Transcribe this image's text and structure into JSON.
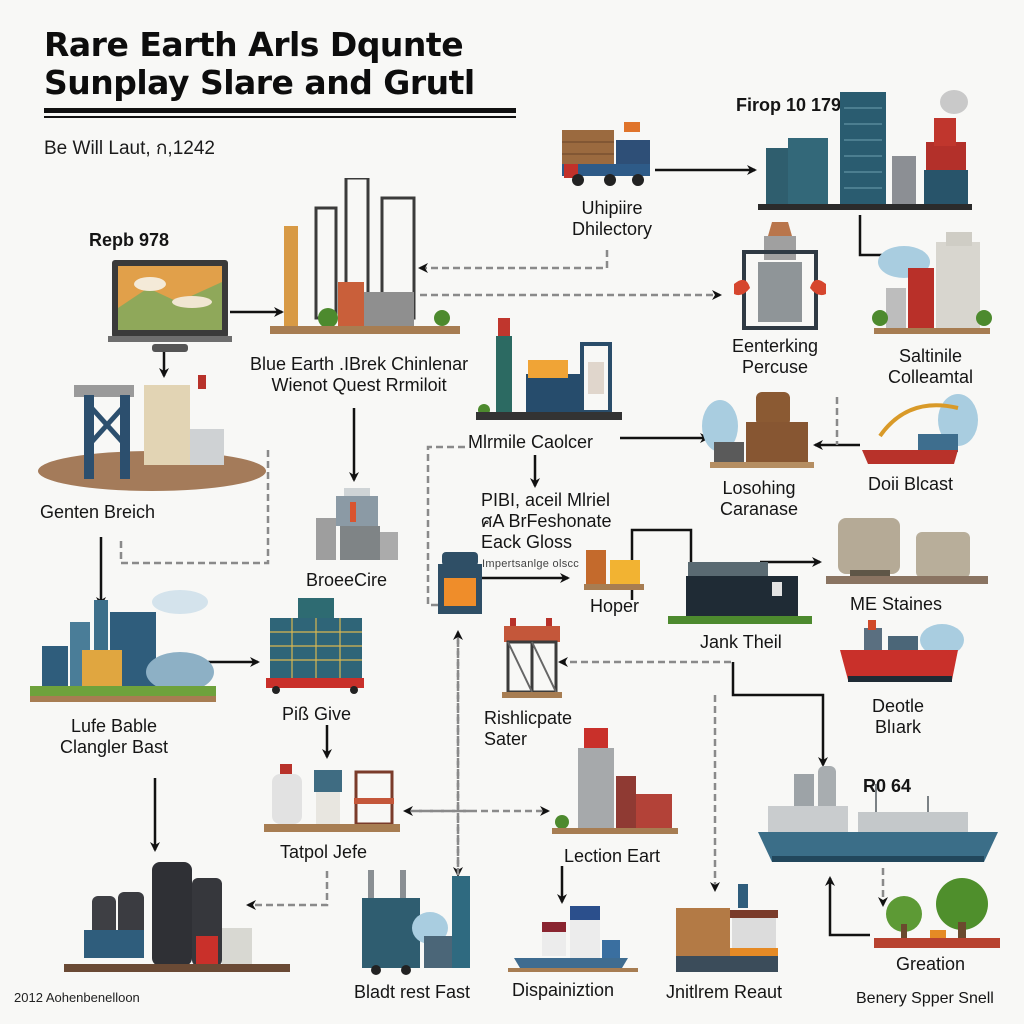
{
  "header": {
    "title_line1": "Rare Earth Arls Dqunte",
    "title_line2": "Sunplay Slare and Grutl",
    "subtitle": "Be Will Laut, ก,1242"
  },
  "callouts": {
    "top_right": "Firop 10 179",
    "left": "Repb 978",
    "ship": "R0 64"
  },
  "nodes": [
    {
      "id": "monitor",
      "icon": "monitor-landscape-icon",
      "label": ""
    },
    {
      "id": "truck",
      "icon": "cargo-truck-icon",
      "label_line1": "Uhipiire",
      "label_line2": "Dhilectory"
    },
    {
      "id": "city-plant",
      "icon": "city-refinery-icon",
      "label": ""
    },
    {
      "id": "towers",
      "icon": "drilling-towers-icon",
      "label_line1": "Blue Earth .IBrek Chinlenar",
      "label_line2": "Wienot Quest Rrmiloit"
    },
    {
      "id": "crusher",
      "icon": "crusher-machine-icon",
      "label_line1": "Eenterking",
      "label_line2": "Percuse"
    },
    {
      "id": "silo-town",
      "icon": "silo-buildings-icon",
      "label_line1": "Saltinile",
      "label_line2": "Colleamtal"
    },
    {
      "id": "gantry",
      "icon": "gantry-crane-site-icon",
      "label": "Genten Breich"
    },
    {
      "id": "mill",
      "icon": "mill-factory-icon",
      "label": "Mlrmile Caolcer"
    },
    {
      "id": "process-text",
      "label_line1": "PIBI, aceil Mlriel",
      "label_line2": "ศA BrFeshonate",
      "label_line3": "Eack Gloss",
      "label_small": "Impertsanlge olscc"
    },
    {
      "id": "tank",
      "icon": "copper-tank-icon",
      "label_line1": "Losohing",
      "label_line2": "Caranase"
    },
    {
      "id": "dredger",
      "icon": "dredger-boat-icon",
      "label": "Doii Blcast"
    },
    {
      "id": "broce",
      "icon": "processing-unit-icon",
      "label": "BroeeCire"
    },
    {
      "id": "reactor",
      "icon": "reactor-vessel-icon",
      "label": ""
    },
    {
      "id": "hoper",
      "icon": "hopper-icon",
      "label": "Hoper"
    },
    {
      "id": "jank",
      "icon": "barge-plant-icon",
      "label": "Jank Theil"
    },
    {
      "id": "stainers",
      "icon": "storage-drums-icon",
      "label": "ME Staines"
    },
    {
      "id": "red-ship",
      "icon": "red-ship-icon",
      "label_line1": "Deotle",
      "label_line2": "Blıark"
    },
    {
      "id": "city",
      "icon": "industrial-city-icon",
      "label_line1": "Lufe Bable",
      "label_line2": "Clangler Bast"
    },
    {
      "id": "container",
      "icon": "container-rack-icon",
      "label": "Piß Give"
    },
    {
      "id": "frame",
      "icon": "steel-frame-icon",
      "label_line1": "Rishlicpate",
      "label_line2": "Sater"
    },
    {
      "id": "vessels",
      "icon": "vessels-icon",
      "label": "Tatpol Jefe"
    },
    {
      "id": "column",
      "icon": "distillation-column-icon",
      "label": "Lection Eart"
    },
    {
      "id": "big-ship",
      "icon": "processing-ship-icon",
      "label": ""
    },
    {
      "id": "silos",
      "icon": "dark-silos-icon",
      "label": ""
    },
    {
      "id": "blacktower",
      "icon": "blue-factory-icon",
      "label": "Bladt rest Fast"
    },
    {
      "id": "barge-tanks",
      "icon": "tank-barge-icon",
      "label": "Dispainiztion"
    },
    {
      "id": "building",
      "icon": "brick-building-icon",
      "label": "Jnitlrem Reaut"
    },
    {
      "id": "trees",
      "icon": "tree-platform-icon",
      "label_line1": "Greation",
      "label_line2": "Benery Spper Snell"
    }
  ],
  "footer": {
    "note": "2012 Aohenbenelloon"
  },
  "colors": {
    "background": "#f8f8f6",
    "text": "#141414",
    "arrow": "#111111",
    "dashed_arrow": "#8a8a8a",
    "steel_blue": "#2f5d7c",
    "industrial_red": "#b8322a",
    "copper": "#8b5a33",
    "orange": "#e58a25",
    "green": "#4d8a2e"
  }
}
